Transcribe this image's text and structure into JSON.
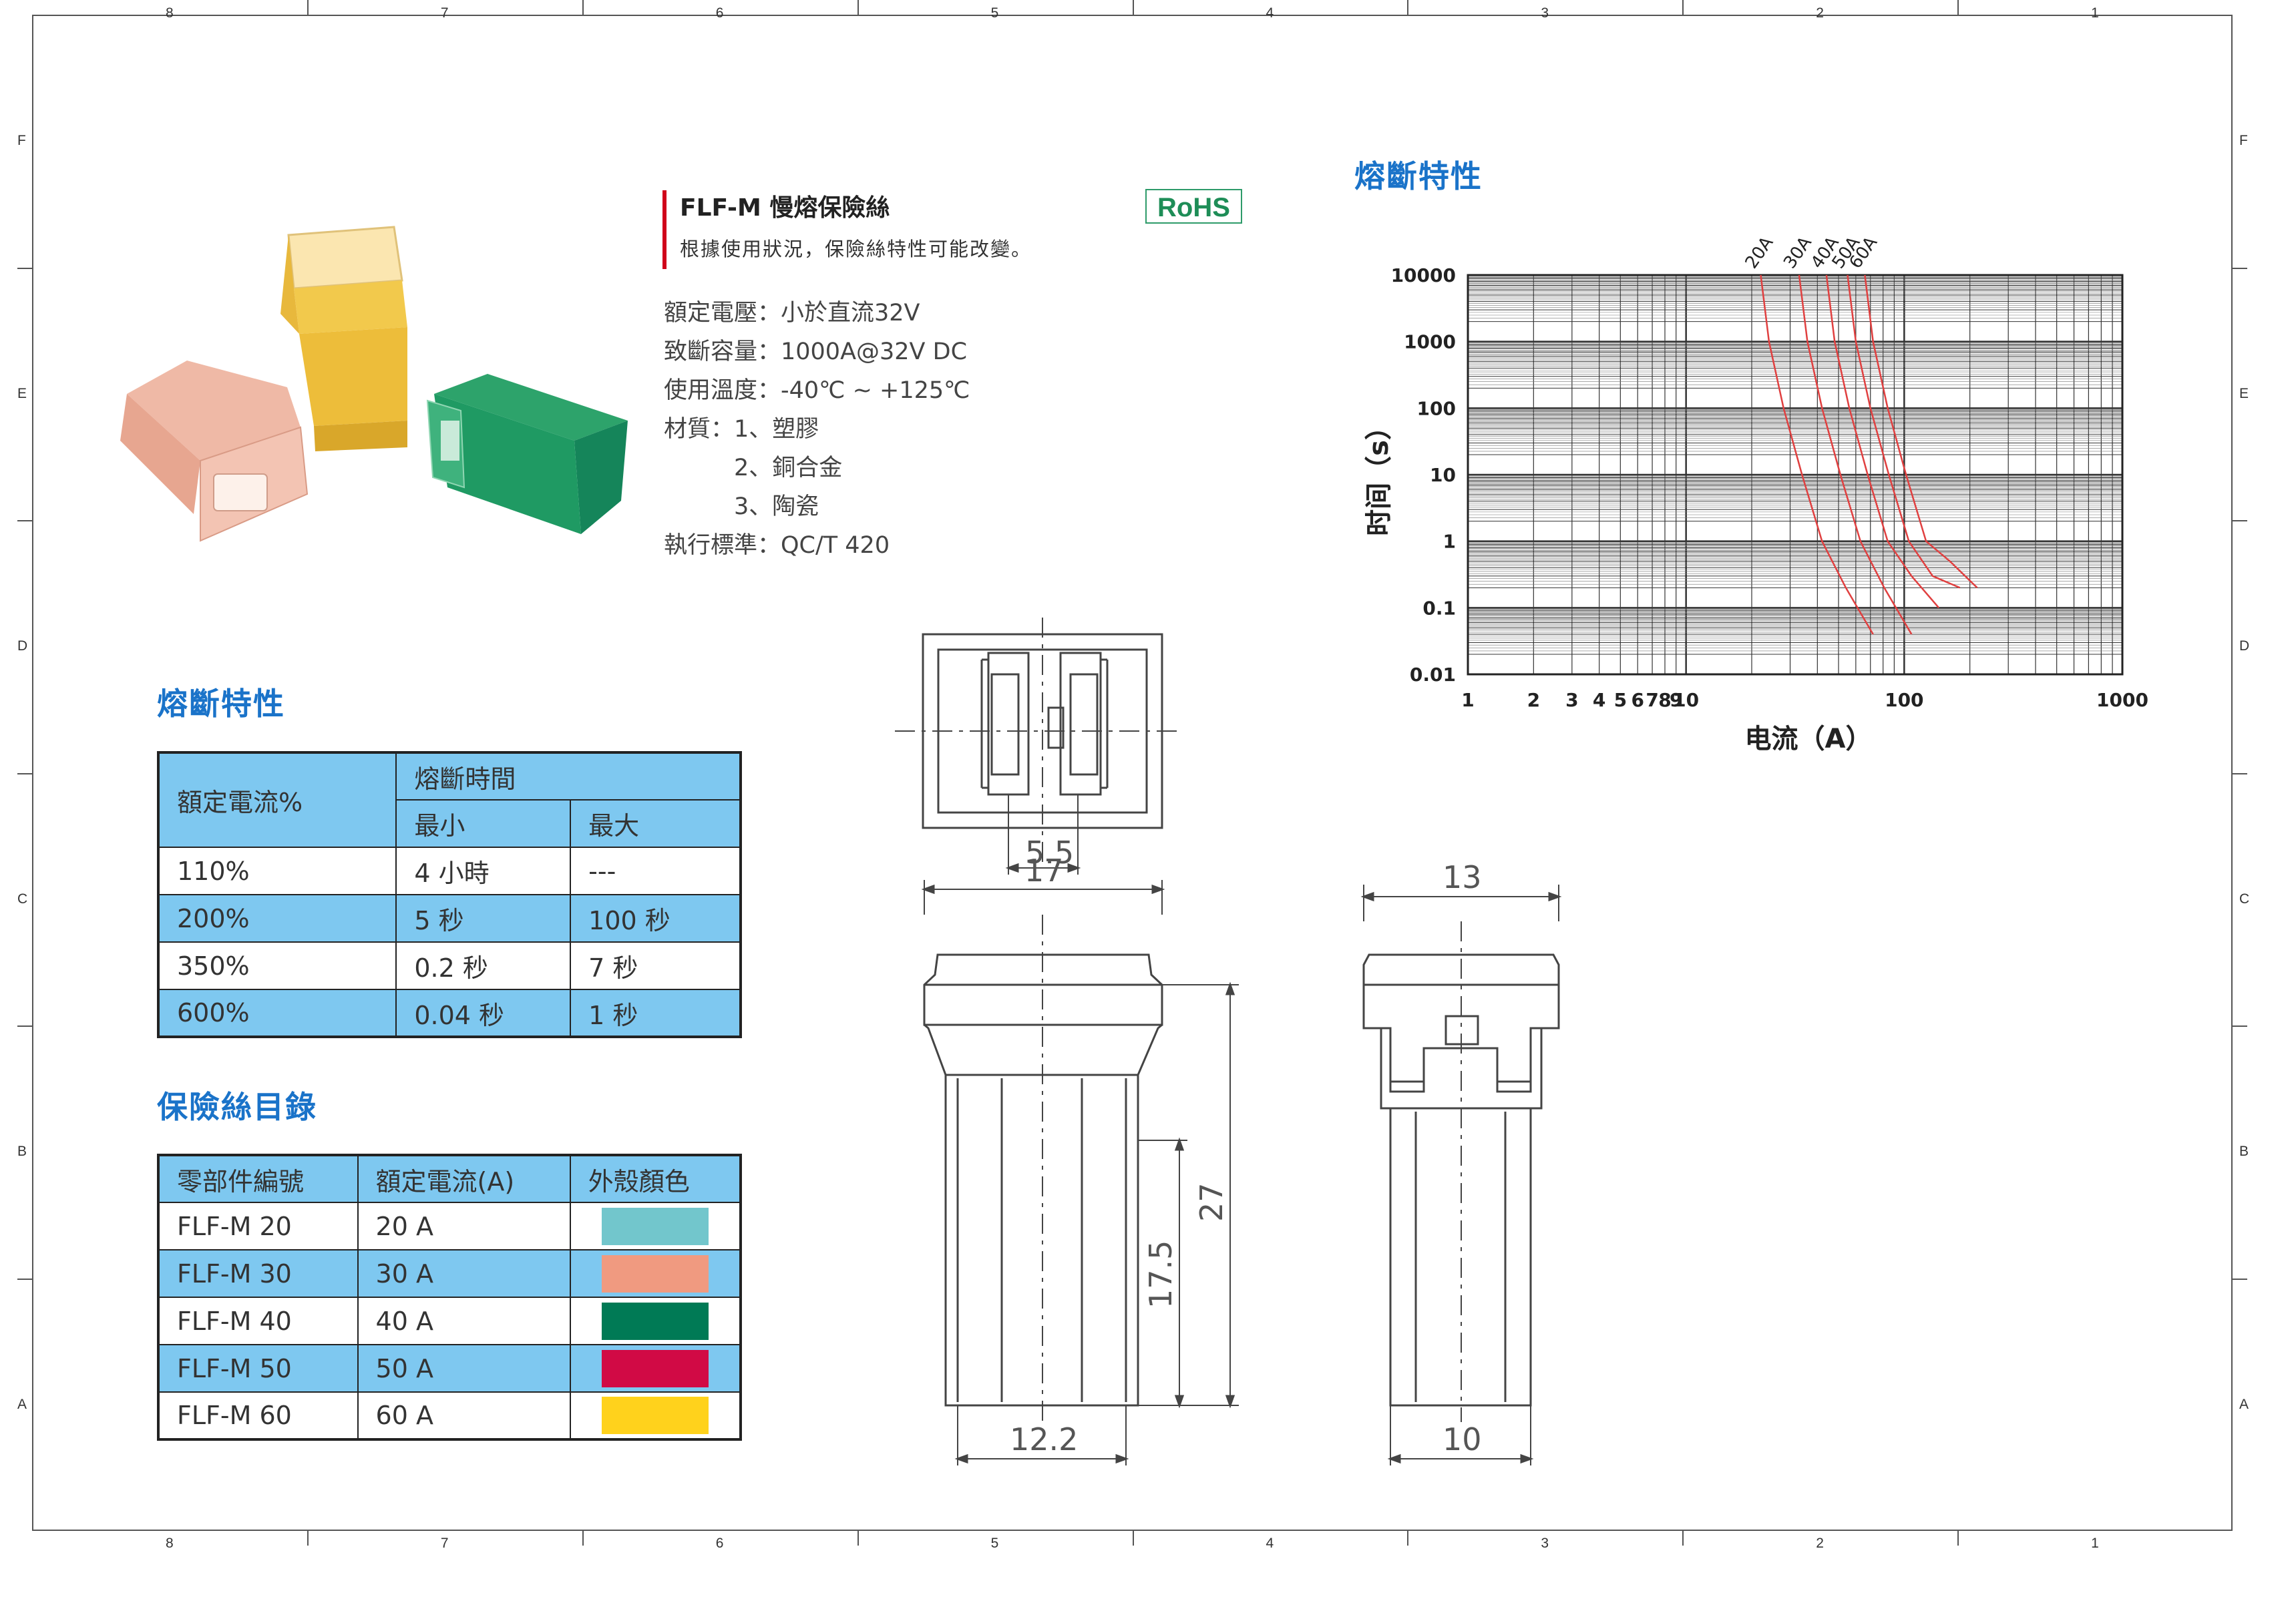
{
  "zones_x": [
    "8",
    "7",
    "6",
    "5",
    "4",
    "3",
    "2",
    "1"
  ],
  "zones_y": [
    "F",
    "E",
    "D",
    "C",
    "B",
    "A"
  ],
  "product": {
    "title": "FLF-M 慢熔保險絲",
    "subtitle": "根據使用狀況，保險絲特性可能改變。",
    "rohs": "RoHS",
    "specs": [
      "額定電壓：小於直流32V",
      "致斷容量：1000A@32V DC",
      "使用溫度：-40℃ ~ +125℃",
      "材質：1、塑膠",
      "　　　2、銅合金",
      "　　　3、陶瓷",
      "執行標準：QC/T 420"
    ]
  },
  "fuse_table": {
    "title": "熔斷特性",
    "col_rated": "額定電流%",
    "col_time": "熔斷時間",
    "col_min": "最小",
    "col_max": "最大",
    "rows": [
      {
        "rated": "110%",
        "min": "4 小時",
        "max": "---"
      },
      {
        "rated": "200%",
        "min": "5 秒",
        "max": "100 秒"
      },
      {
        "rated": "350%",
        "min": "0.2 秒",
        "max": "7 秒"
      },
      {
        "rated": "600%",
        "min": "0.04 秒",
        "max": "1 秒"
      }
    ]
  },
  "catalog": {
    "title": "保險絲目錄",
    "col_part": "零部件編號",
    "col_current": "額定電流(A)",
    "col_color": "外殼顏色",
    "rows": [
      {
        "part": "FLF-M 20",
        "current": "20 A",
        "color": "#72c6cc"
      },
      {
        "part": "FLF-M 30",
        "current": "30 A",
        "color": "#f09a80"
      },
      {
        "part": "FLF-M 40",
        "current": "40 A",
        "color": "#007a55"
      },
      {
        "part": "FLF-M 50",
        "current": "50 A",
        "color": "#d10a45"
      },
      {
        "part": "FLF-M 60",
        "current": "60 A",
        "color": "#ffd21c"
      }
    ]
  },
  "dimensions": {
    "top_gap": "5.5",
    "front_width": "17",
    "front_height": "27",
    "front_inner_height": "17.5",
    "front_bottom": "12.2",
    "side_width": "13",
    "side_bottom": "10"
  },
  "chart_data": {
    "type": "line",
    "title": "熔斷特性",
    "xlabel": "电流（A）",
    "ylabel": "时间（s）",
    "x_scale": "log",
    "y_scale": "log",
    "xlim": [
      1,
      1000
    ],
    "ylim": [
      0.01,
      10000
    ],
    "x_ticks": [
      "1",
      "2",
      "3",
      "4",
      "5",
      "6",
      "7",
      "8",
      "9",
      "10",
      "100",
      "1000"
    ],
    "y_ticks": [
      "0.01",
      "0.1",
      "1",
      "10",
      "100",
      "1000",
      "10000"
    ],
    "grid": true,
    "series": [
      {
        "name": "20A",
        "color": "#e04040",
        "x": [
          22,
          24,
          28,
          34,
          42,
          54,
          72
        ],
        "y": [
          10000,
          1000,
          100,
          10,
          1,
          0.2,
          0.04
        ]
      },
      {
        "name": "30A",
        "color": "#e04040",
        "x": [
          33,
          36,
          42,
          51,
          63,
          81,
          108
        ],
        "y": [
          10000,
          1000,
          100,
          10,
          1,
          0.2,
          0.04
        ]
      },
      {
        "name": "40A",
        "color": "#e04040",
        "x": [
          44,
          48,
          56,
          68,
          84,
          108,
          144
        ],
        "y": [
          10000,
          1000,
          100,
          10,
          1,
          0.3,
          0.1
        ]
      },
      {
        "name": "50A",
        "color": "#e04040",
        "x": [
          55,
          60,
          70,
          85,
          105,
          135,
          180
        ],
        "y": [
          10000,
          1000,
          100,
          10,
          1,
          0.3,
          0.2
        ]
      },
      {
        "name": "60A",
        "color": "#e04040",
        "x": [
          66,
          72,
          84,
          102,
          126,
          162,
          216
        ],
        "y": [
          10000,
          1000,
          100,
          10,
          1,
          0.5,
          0.2
        ]
      }
    ]
  }
}
